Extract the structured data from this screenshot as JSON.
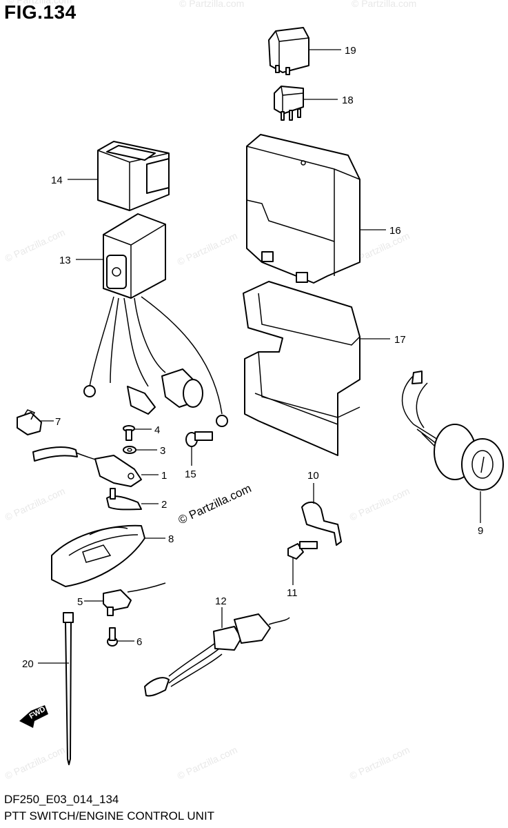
{
  "figure": {
    "title": "FIG.134",
    "code": "DF250_E03_014_134",
    "caption": "PTT SWITCH/ENGINE CONTROL UNIT"
  },
  "watermark": {
    "text": "© Partzilla.com",
    "center_text": "© Partzilla.com"
  },
  "fwd_label": "FWD",
  "callouts": [
    {
      "id": "1",
      "label": "1"
    },
    {
      "id": "2",
      "label": "2"
    },
    {
      "id": "3",
      "label": "3"
    },
    {
      "id": "4",
      "label": "4"
    },
    {
      "id": "5",
      "label": "5"
    },
    {
      "id": "6",
      "label": "6"
    },
    {
      "id": "7",
      "label": "7"
    },
    {
      "id": "8",
      "label": "8"
    },
    {
      "id": "9",
      "label": "9"
    },
    {
      "id": "10",
      "label": "10"
    },
    {
      "id": "11",
      "label": "11"
    },
    {
      "id": "12",
      "label": "12"
    },
    {
      "id": "13",
      "label": "13"
    },
    {
      "id": "14",
      "label": "14"
    },
    {
      "id": "15",
      "label": "15"
    },
    {
      "id": "16",
      "label": "16"
    },
    {
      "id": "17",
      "label": "17"
    },
    {
      "id": "18",
      "label": "18"
    },
    {
      "id": "19",
      "label": "19"
    },
    {
      "id": "20",
      "label": "20"
    }
  ]
}
